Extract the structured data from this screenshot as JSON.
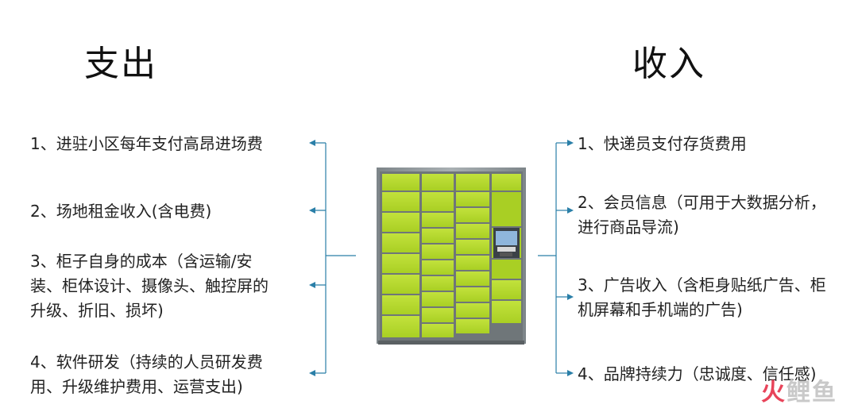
{
  "titles": {
    "left": "支出",
    "right": "收入"
  },
  "expenses": [
    {
      "text": "1、进驻小区每年支付高昂进场费"
    },
    {
      "text": "2、场地租金收入(含电费)"
    },
    {
      "text": "3、柜子自身的成本（含运输/安\n装、柜体设计、摄像头、触控屏的\n升级、折旧、损坏)"
    },
    {
      "text": "4、软件研发（持续的人员研发费\n用、升级维护费用、运营支出)"
    }
  ],
  "income": [
    {
      "text": "1、快递员支付存货费用"
    },
    {
      "text": "2、会员信息（可用于大数据分析，\n进行商品导流)"
    },
    {
      "text": "3、广告收入（含柜身贴纸广告、柜\n机屏幕和手机端的广告)"
    },
    {
      "text": "4、品牌持续力（忠诚度、信任感)"
    }
  ],
  "watermark": {
    "part1": "火",
    "part2": "鲤鱼"
  },
  "colors": {
    "connector": "#2a7fa8",
    "cabinet_green": "#b5d930",
    "cabinet_frame": "#8e9598",
    "text": "#222222"
  }
}
